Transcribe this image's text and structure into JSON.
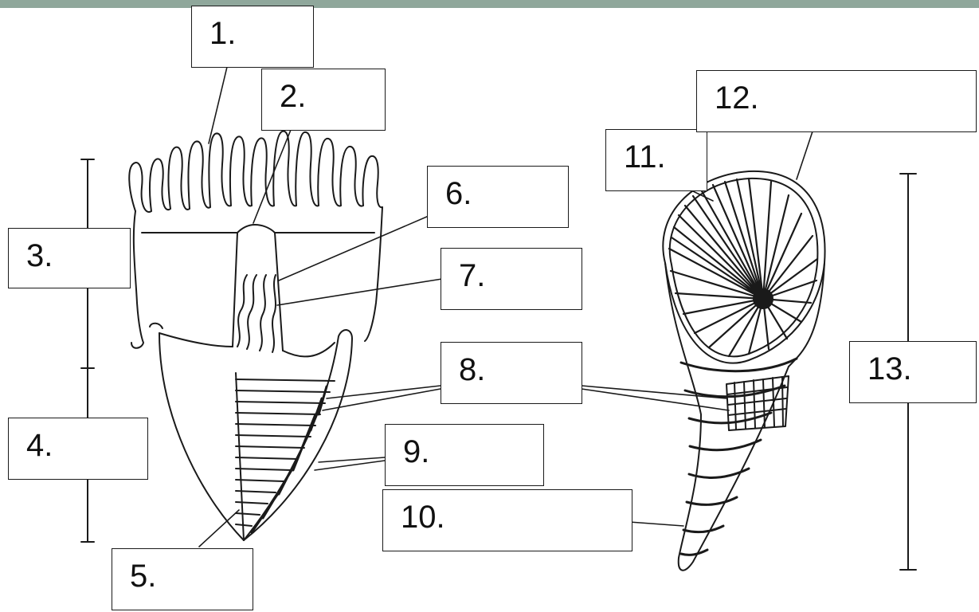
{
  "colors": {
    "top_bar": "#8fa79b",
    "ink": "#1a1a1a",
    "background": "#ffffff"
  },
  "labels": [
    "1.",
    "2.",
    "3.",
    "4.",
    "5.",
    "6.",
    "7.",
    "8.",
    "9.",
    "10.",
    "11.",
    "12.",
    "13."
  ]
}
